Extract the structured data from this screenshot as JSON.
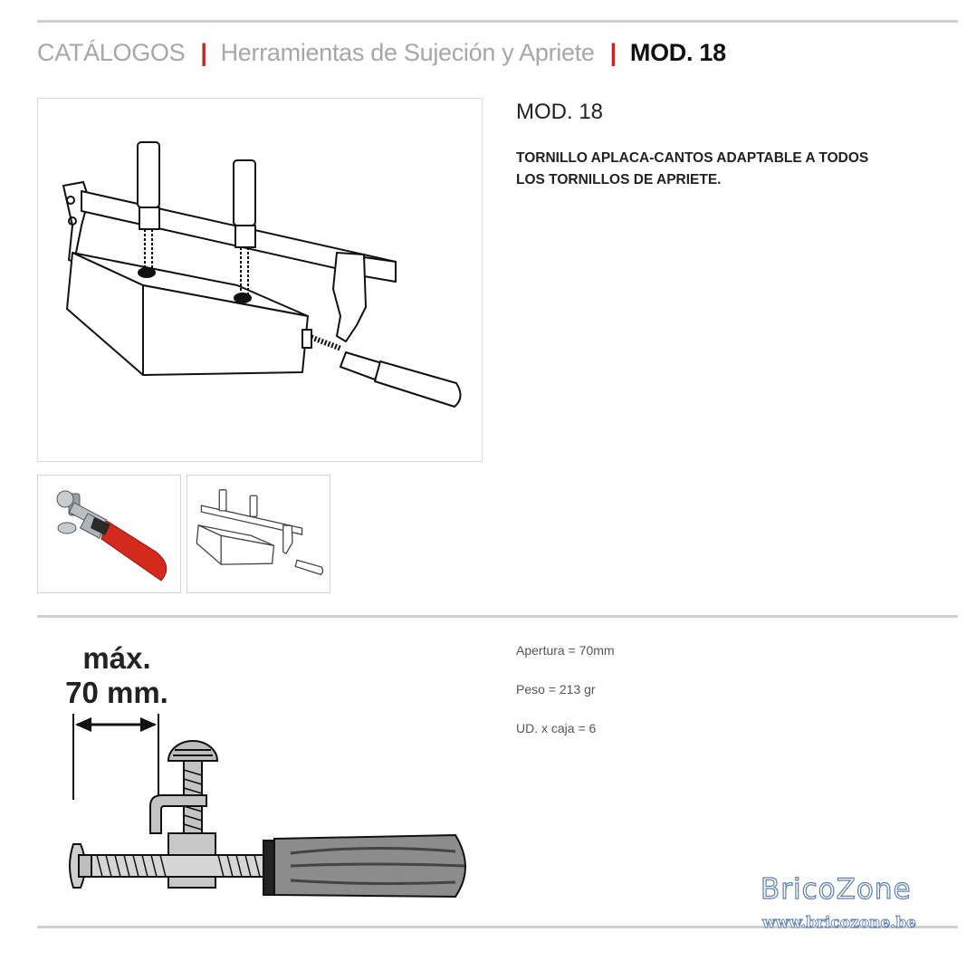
{
  "breadcrumb": {
    "items": [
      "CATÁLOGOS",
      "Herramientas de Sujeción y Apriete"
    ],
    "separator": "|",
    "current": "MOD. 18"
  },
  "product": {
    "title": "MOD. 18",
    "description": "TORNILLO APLACA-CANTOS ADAPTABLE A TODOS LOS TORNILLOS DE APRIETE."
  },
  "specs": [
    "Apertura = 70mm",
    "Peso = 213 gr",
    "UD. x caja = 6"
  ],
  "dimension_drawing": {
    "label_line1": "máx.",
    "label_line2": "70 mm."
  },
  "watermark": {
    "brand": "BricoZone",
    "url": "www.bricozone.be"
  },
  "colors": {
    "separator": "#c62828",
    "breadcrumb_link": "#a7a7a7",
    "handle_red": "#d42a1e"
  }
}
